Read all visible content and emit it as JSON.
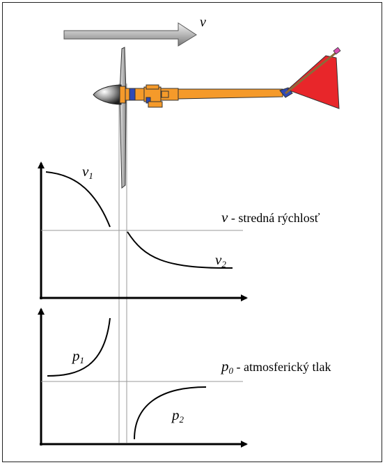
{
  "labels": {
    "velocity_arrow": "v",
    "v1_symbol": "v",
    "v1_sub": "1",
    "v2_symbol": "v",
    "v2_sub": "2",
    "mean_velocity_symbol": "v",
    "mean_velocity_text": " - stredná rýchlosť",
    "p1_symbol": "p",
    "p1_sub": "1",
    "p2_symbol": "p",
    "p2_sub": "2",
    "atm_symbol": "p",
    "atm_sub": "0",
    "atm_text": " - atmosferický tlak"
  },
  "colors": {
    "boom": "#f59a2a",
    "tail_fin": "#e8262a",
    "accent_blue": "#2f49b5",
    "grey": "#9a9a9a",
    "axis": "#000000"
  }
}
